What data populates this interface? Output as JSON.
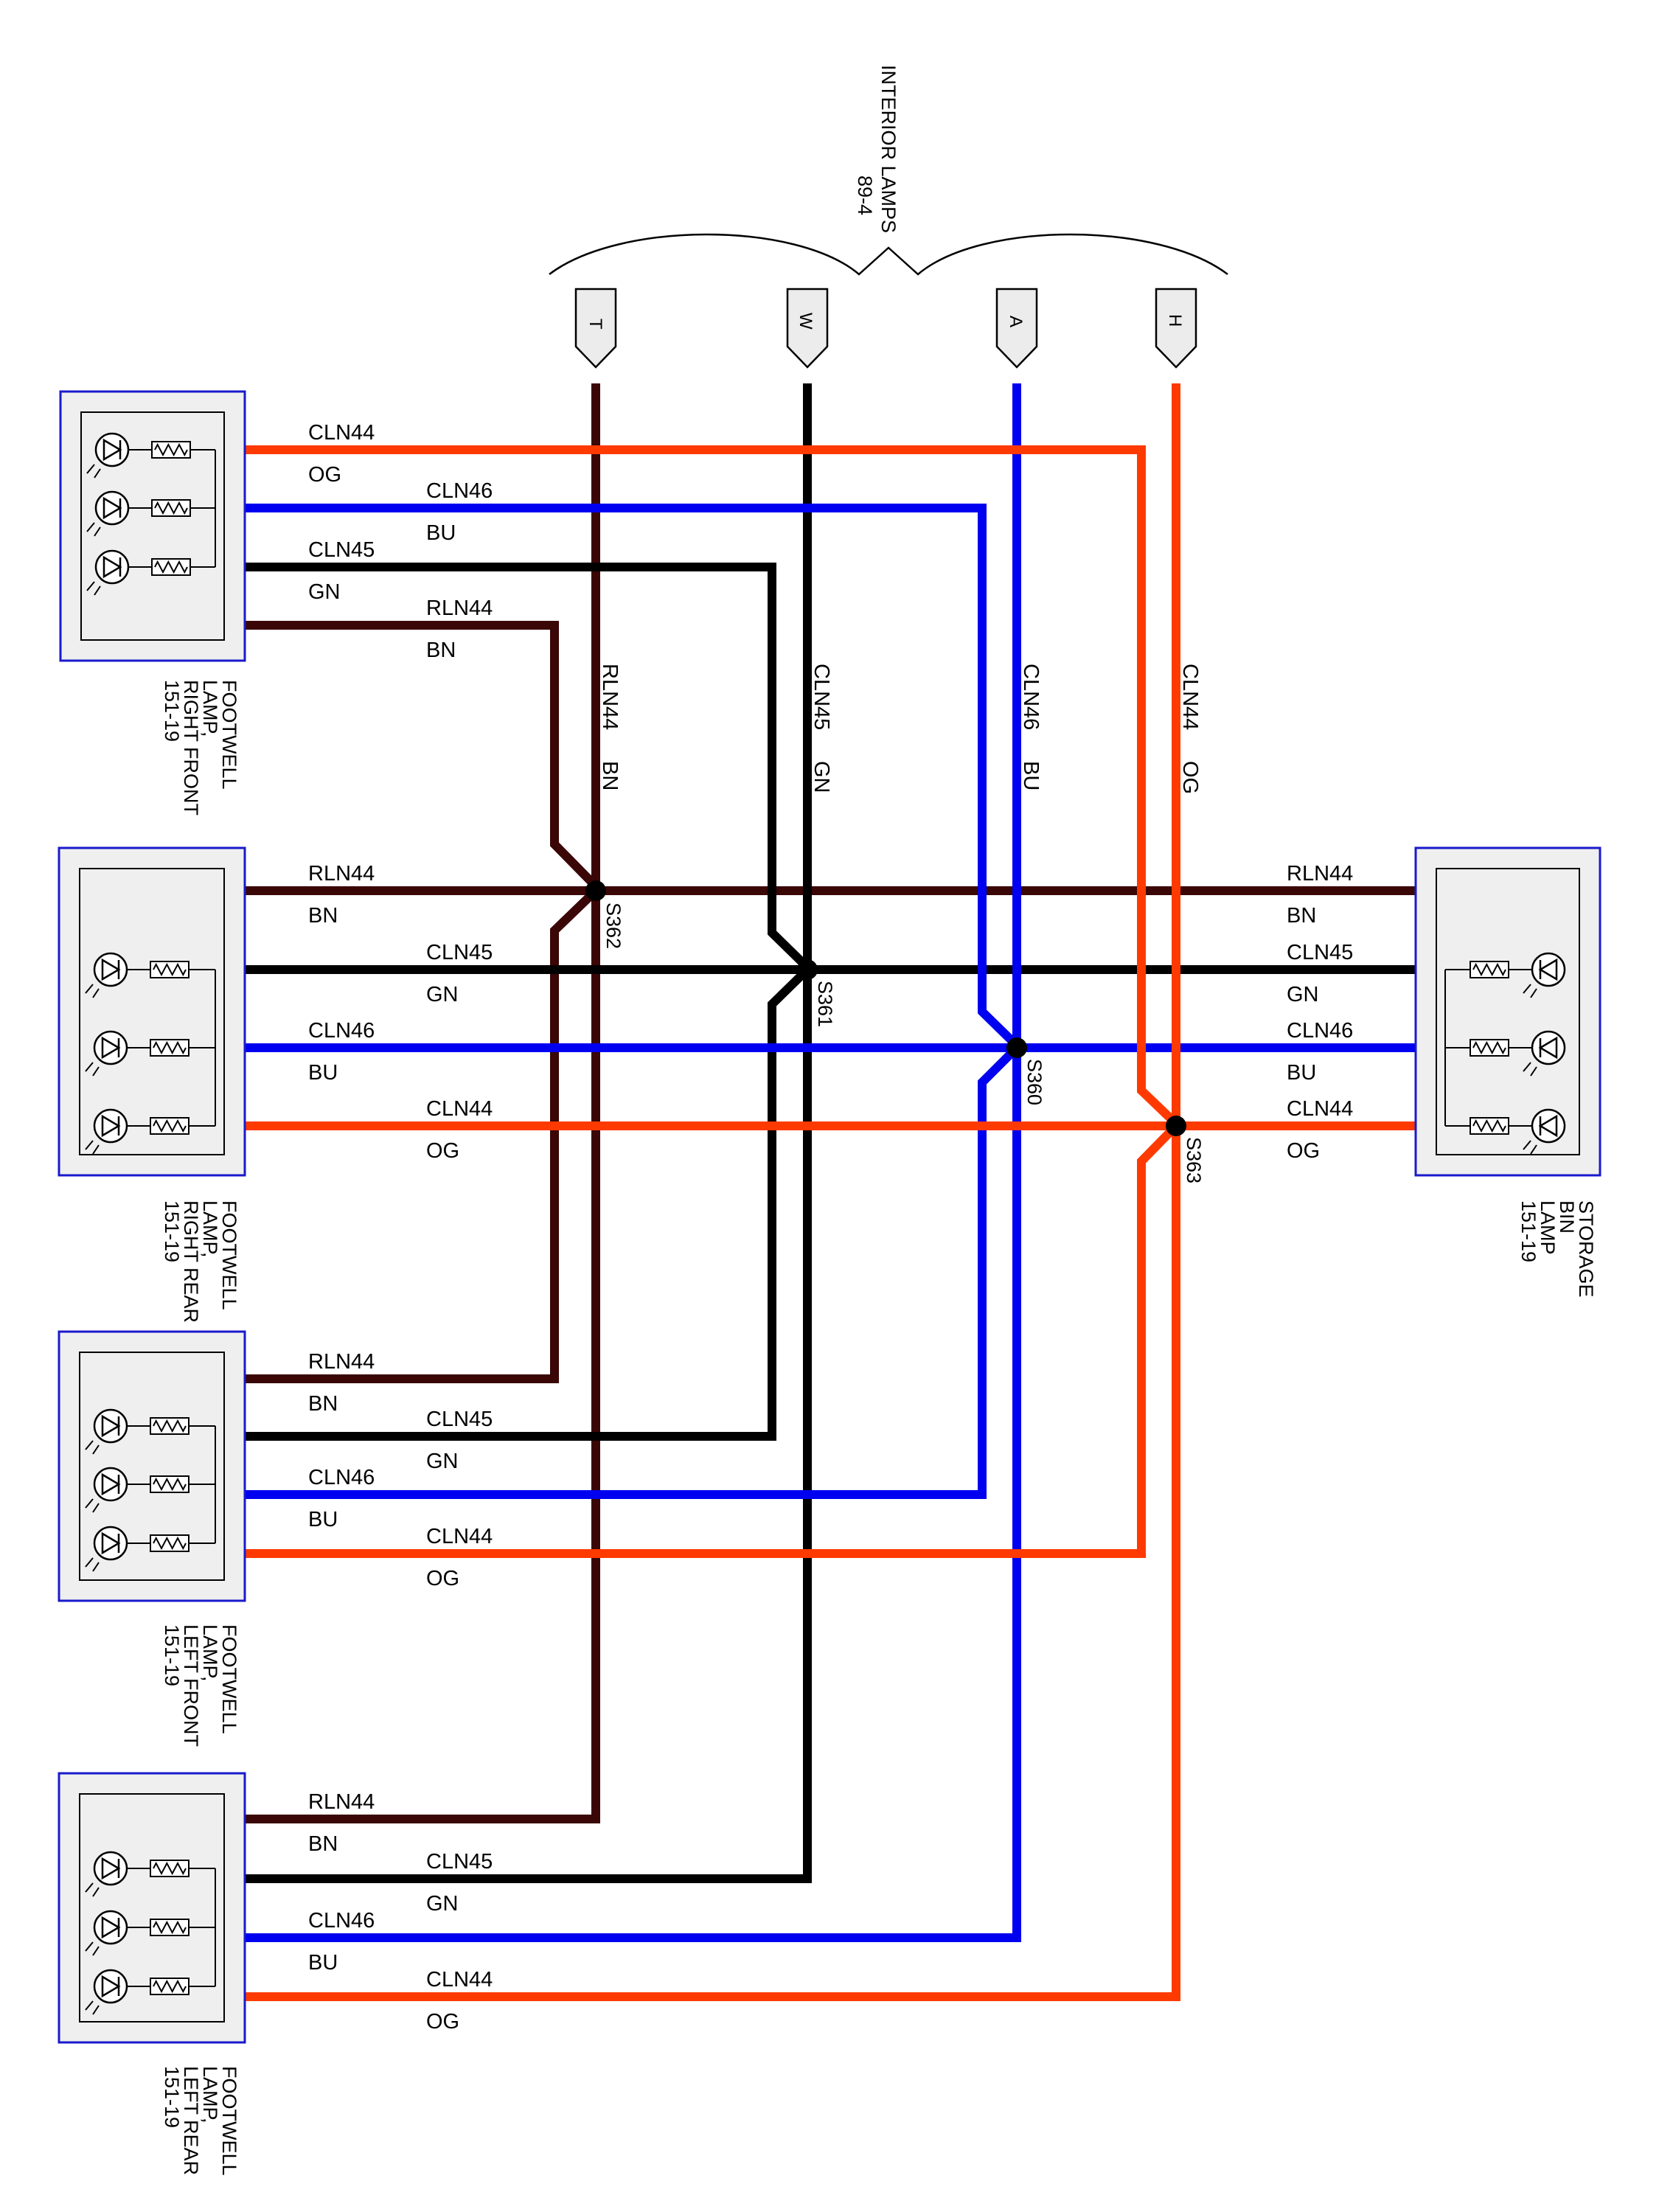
{
  "colors": {
    "BN": "#3a0606",
    "GN": "#000000",
    "BU": "#0000f0",
    "OG": "#ff3a00",
    "connector_border": "#1a1acc",
    "connector_fill": "#efefef"
  },
  "header": {
    "title": "INTERIOR LAMPS",
    "ref": "89-4"
  },
  "pins": [
    {
      "label": "T",
      "circuit": "RLN44",
      "color_code": "BN"
    },
    {
      "label": "W",
      "circuit": "CLN45",
      "color_code": "GN"
    },
    {
      "label": "A",
      "circuit": "CLN46",
      "color_code": "BU"
    },
    {
      "label": "H",
      "circuit": "CLN44",
      "color_code": "OG"
    }
  ],
  "splices": [
    {
      "id": "S362",
      "circuit": "RLN44"
    },
    {
      "id": "S361",
      "circuit": "CLN45"
    },
    {
      "id": "S360",
      "circuit": "CLN46"
    },
    {
      "id": "S363",
      "circuit": "CLN44"
    }
  ],
  "components": [
    {
      "lines": [
        "FOOTWELL",
        "LAMP,",
        "RIGHT FRONT",
        "151-19"
      ],
      "wires": [
        {
          "circuit": "CLN44",
          "color_code": "OG"
        },
        {
          "circuit": "CLN46",
          "color_code": "BU"
        },
        {
          "circuit": "CLN45",
          "color_code": "GN"
        },
        {
          "circuit": "RLN44",
          "color_code": "BN"
        }
      ]
    },
    {
      "lines": [
        "FOOTWELL",
        "LAMP,",
        "RIGHT REAR",
        "151-19"
      ],
      "wires": [
        {
          "circuit": "RLN44",
          "color_code": "BN"
        },
        {
          "circuit": "CLN45",
          "color_code": "GN"
        },
        {
          "circuit": "CLN46",
          "color_code": "BU"
        },
        {
          "circuit": "CLN44",
          "color_code": "OG"
        }
      ]
    },
    {
      "lines": [
        "FOOTWELL",
        "LAMP,",
        "LEFT FRONT",
        "151-19"
      ],
      "wires": [
        {
          "circuit": "RLN44",
          "color_code": "BN"
        },
        {
          "circuit": "CLN45",
          "color_code": "GN"
        },
        {
          "circuit": "CLN46",
          "color_code": "BU"
        },
        {
          "circuit": "CLN44",
          "color_code": "OG"
        }
      ]
    },
    {
      "lines": [
        "FOOTWELL",
        "LAMP,",
        "LEFT REAR",
        "151-19"
      ],
      "wires": [
        {
          "circuit": "RLN44",
          "color_code": "BN"
        },
        {
          "circuit": "CLN45",
          "color_code": "GN"
        },
        {
          "circuit": "CLN46",
          "color_code": "BU"
        },
        {
          "circuit": "CLN44",
          "color_code": "OG"
        }
      ]
    },
    {
      "lines": [
        "STORAGE",
        "BIN",
        "LAMP",
        "151-19"
      ],
      "wires": [
        {
          "circuit": "RLN44",
          "color_code": "BN"
        },
        {
          "circuit": "CLN45",
          "color_code": "GN"
        },
        {
          "circuit": "CLN46",
          "color_code": "BU"
        },
        {
          "circuit": "CLN44",
          "color_code": "OG"
        }
      ]
    }
  ]
}
